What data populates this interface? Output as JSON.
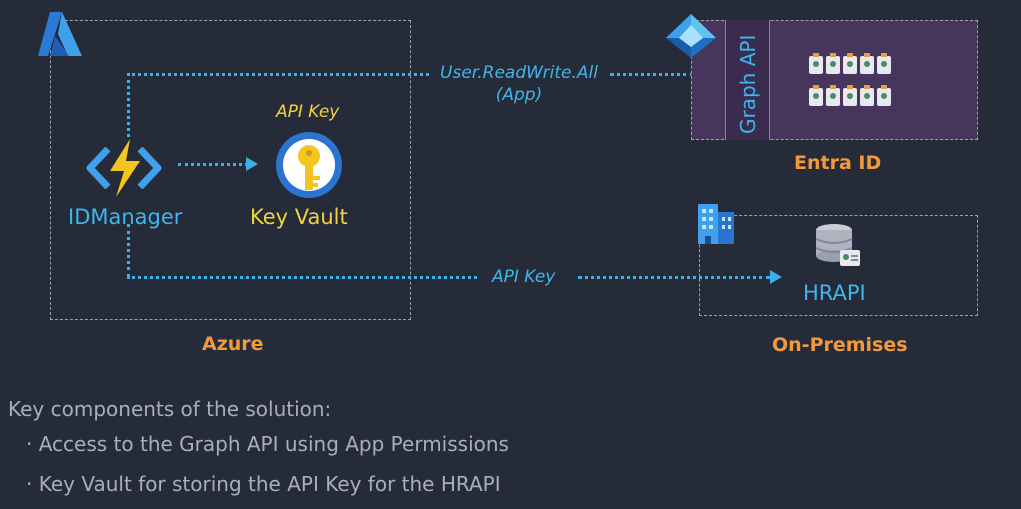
{
  "azure": {
    "label": "Azure",
    "logo_icon": "azure-logo-icon"
  },
  "idmanager": {
    "label": "IDManager",
    "icon": "function-app-icon"
  },
  "keyvault": {
    "label": "Key Vault",
    "icon": "key-vault-icon",
    "caption": "API Key"
  },
  "graph": {
    "permission_line1": "User.ReadWrite.All",
    "permission_line2": "(App)",
    "api_label": "Graph API",
    "icon": "entra-id-icon",
    "users_icon": "user-cards-icon"
  },
  "entra": {
    "label": "Entra ID"
  },
  "onprem": {
    "label": "On-Premises",
    "building_icon": "building-icon",
    "hrapi_label": "HRAPI",
    "hrapi_icon": "database-icon",
    "api_key_label": "API Key"
  },
  "notes": {
    "heading": "Key components of the solution:",
    "items": [
      "Access to the Graph API using App Permissions",
      "Key Vault for storing the API Key for the HRAPI"
    ]
  },
  "colors": {
    "background": "#262b3a",
    "flow": "#3ab2e8",
    "label_orange": "#f29a3a",
    "label_yellow": "#f4d13a",
    "entra_purple": "#47355c"
  }
}
